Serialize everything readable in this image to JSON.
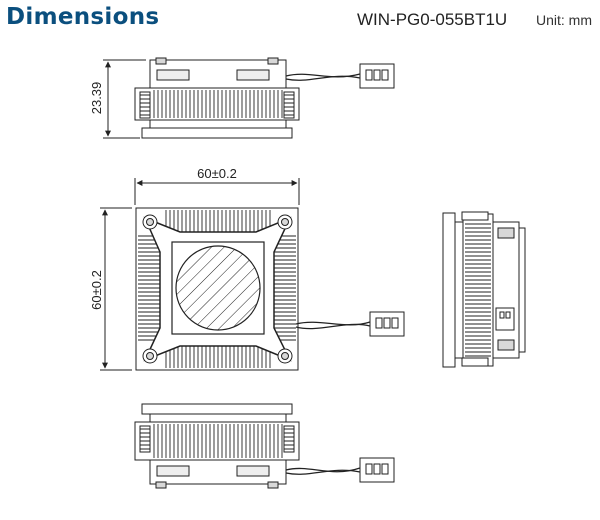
{
  "header": {
    "title": "Dimensions",
    "model": "WIN-PG0-055BT1U",
    "unit": "Unit: mm"
  },
  "dimensions": {
    "height": "23.39",
    "width": "60±0.2",
    "depth": "60±0.2"
  },
  "colors": {
    "title": "#0b4f7e",
    "line": "#222222",
    "fill_gray": "#d8d8d8",
    "fill_light": "#eeeeee"
  }
}
